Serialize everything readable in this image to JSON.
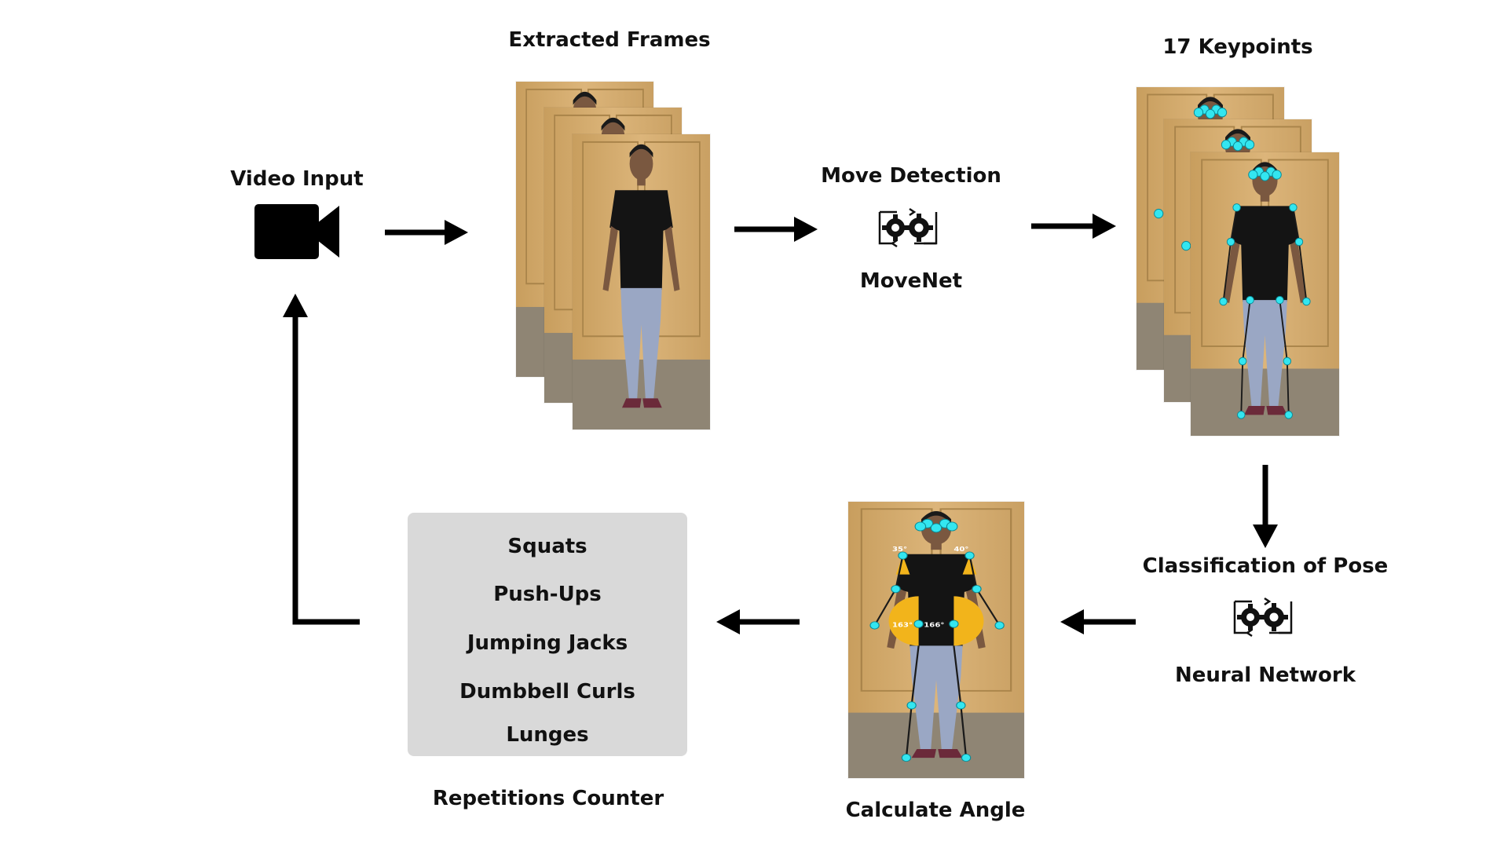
{
  "labels": {
    "video_input": "Video Input",
    "extracted_frames": "Extracted Frames",
    "move_detection": "Move Detection",
    "movenet": "MoveNet",
    "keypoints": "17 Keypoints",
    "classification": "Classification of Pose",
    "neural_network": "Neural Network",
    "calculate_angle": "Calculate Angle",
    "repetitions_counter": "Repetitions Counter"
  },
  "exercises": [
    "Squats",
    "Push-Ups",
    "Jumping Jacks",
    "Dumbbell Curls",
    "Lunges"
  ],
  "angles": [
    "40°",
    "35°",
    "166°",
    "163°"
  ],
  "icons": {
    "video": "video-camera-icon",
    "gears": "gears-cycle-icon",
    "arrow": "arrow-icon"
  },
  "colors": {
    "keypoint": "#33e6f0",
    "angle_fill": "#f2b41b",
    "panel_bg": "#d9d9d9",
    "arrow": "#000000"
  }
}
